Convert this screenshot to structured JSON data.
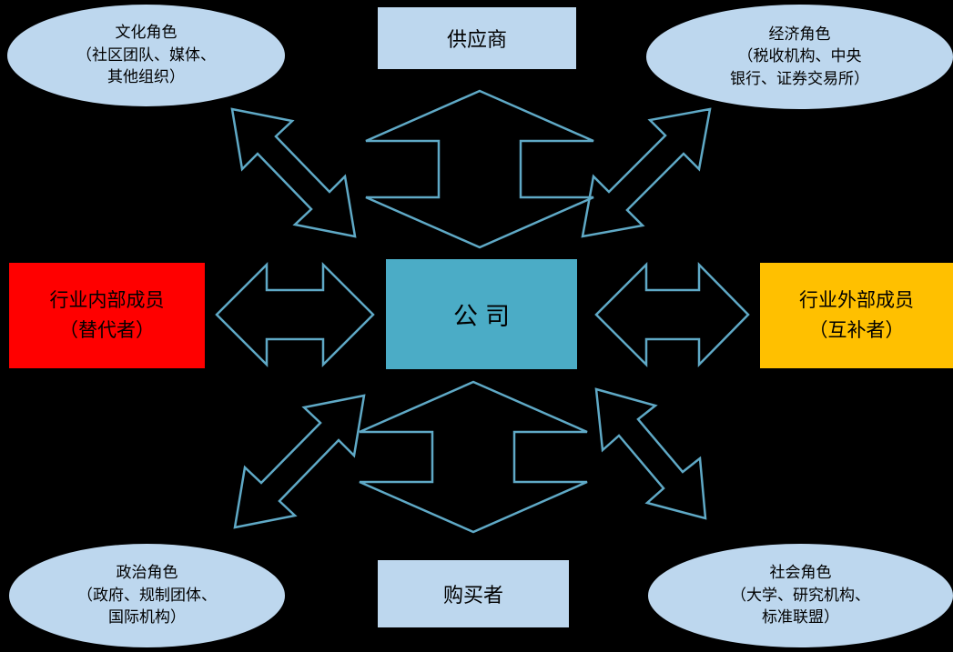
{
  "diagram": {
    "center": {
      "label": "公司"
    },
    "supplier": {
      "label": "供应商"
    },
    "buyer": {
      "label": "购买者"
    },
    "industry_internal": {
      "line1": "行业内部成员",
      "line2": "（替代者）"
    },
    "industry_external": {
      "line1": "行业外部成员",
      "line2": "（互补者）"
    },
    "cultural": {
      "line1": "文化角色",
      "line2": "（社区团队、媒体、",
      "line3": "其他组织）"
    },
    "economic": {
      "line1": "经济角色",
      "line2": "（税收机构、中央",
      "line3": "银行、证券交易所）"
    },
    "political": {
      "line1": "政治角色",
      "line2": "（政府、规制团体、",
      "line3": "国际机构）"
    },
    "social": {
      "line1": "社会角色",
      "line2": "（大学、研究机构、",
      "line3": "标准联盟）"
    }
  },
  "colors": {
    "background": "#000000",
    "node_fill": "#BDD7EE",
    "center_fill": "#4BACC6",
    "red_fill": "#FF0000",
    "orange_fill": "#FFC000",
    "arrow_stroke": "#5FA9C6",
    "text": "#000000"
  }
}
